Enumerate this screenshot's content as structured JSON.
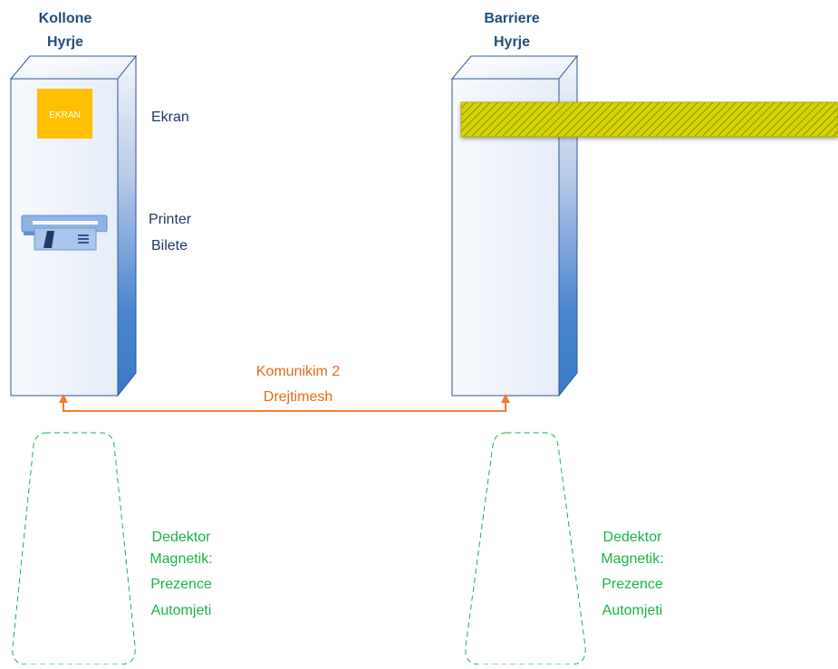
{
  "kiosk": {
    "title_line1": "Kollone",
    "title_line2": "Hyrje",
    "screen_text": "EKRAN",
    "screen_label": "Ekran",
    "printer_label_line1": "Printer",
    "printer_label_line2": "Bilete"
  },
  "barrier": {
    "title_line1": "Barriere",
    "title_line2": "Hyrje"
  },
  "link": {
    "label_line1": "Komunikim 2",
    "label_line2": "Drejtimesh"
  },
  "detector_left": {
    "line1": "Dedektor",
    "line2": "Magnetik:",
    "line3": "Prezence",
    "line4": "Automjeti"
  },
  "detector_right": {
    "line1": "Dedektor",
    "line2": "Magnetik:",
    "line3": "Prezence",
    "line4": "Automjeti"
  },
  "colors": {
    "title": "#1f4e79",
    "link": "#ed7d31",
    "detector": "#1ab34a",
    "screen": "#ffc000",
    "boom": "#d9d900"
  }
}
